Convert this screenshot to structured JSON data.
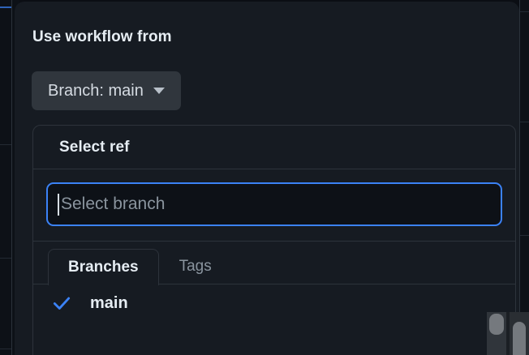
{
  "colors": {
    "page_background": "#0d1117",
    "dialog_background": "#161b22",
    "border": "#2d333b",
    "accent_blue": "#3b82f6",
    "button_background": "#30363d",
    "text_primary": "#e6edf3",
    "text_muted": "#8a949e"
  },
  "dialog": {
    "title": "Use workflow from",
    "branch_button": {
      "label": "Branch: main",
      "caret_icon": "chevron-down-icon"
    }
  },
  "ref_popover": {
    "header_title": "Select ref",
    "search": {
      "value": "",
      "placeholder": "Select branch",
      "focused": true,
      "caret_visible": true
    },
    "tabs": [
      {
        "label": "Branches",
        "active": true
      },
      {
        "label": "Tags",
        "active": false
      }
    ],
    "items": [
      {
        "label": "main",
        "selected": true,
        "check_icon": "check-icon"
      }
    ]
  },
  "scrollbars": {
    "inner_list": {
      "name": "list-scrollbar",
      "orientation": "vertical"
    },
    "page": {
      "name": "page-scrollbar",
      "orientation": "vertical"
    }
  }
}
